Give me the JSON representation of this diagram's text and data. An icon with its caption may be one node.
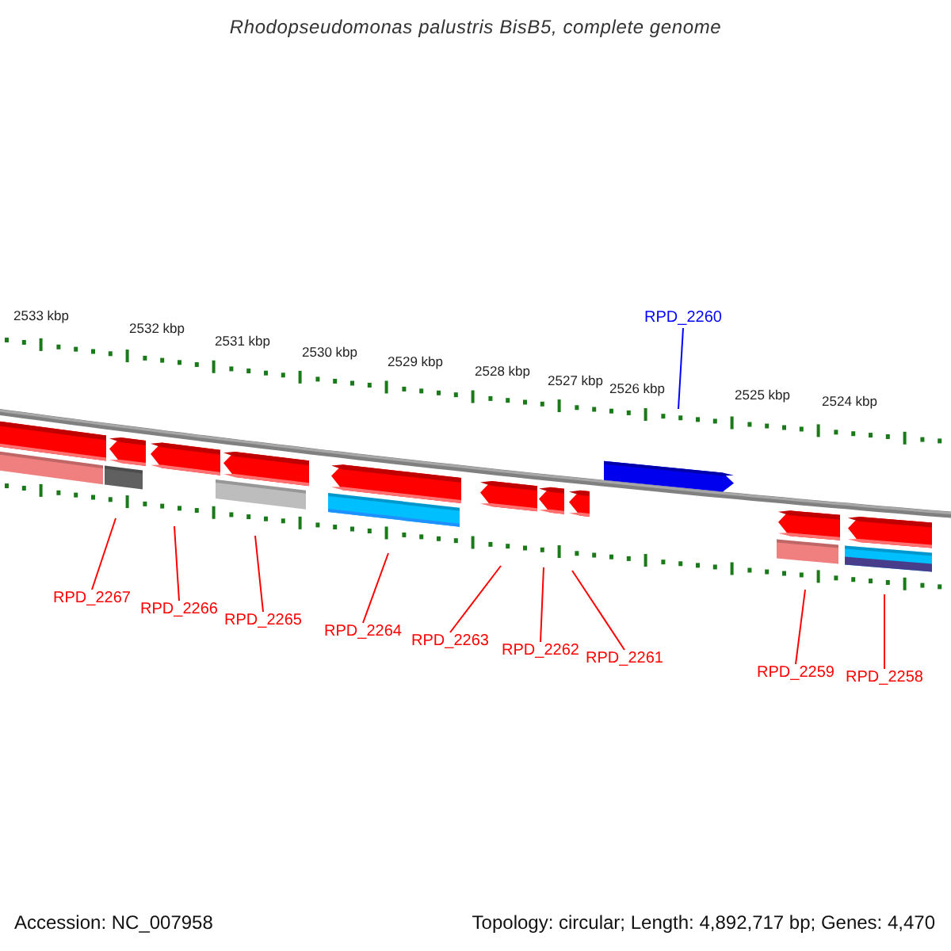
{
  "diagram": {
    "title": "Rhodopseudomonas palustris BisB5, complete genome",
    "nodes": [
      {
        "text": [
          "RPD_2267"
        ]
      },
      {
        "text": [
          "RPD_2266"
        ]
      },
      {
        "text": [
          "RPD_2265"
        ]
      },
      {
        "text": [
          "RPD_2264"
        ]
      },
      {
        "text": [
          "RPD_2263"
        ]
      },
      {
        "text": [
          "RPD_2262"
        ]
      },
      {
        "text": [
          "RPD_2261"
        ]
      },
      {
        "text": [
          "RPD_2260"
        ]
      },
      {
        "text": [
          "RPD_2259"
        ]
      },
      {
        "text": [
          "RPD_2258"
        ]
      }
    ],
    "edges": [
      {
        "from": 0,
        "to": null,
        "arrow": "none"
      },
      {
        "from": 1,
        "to": null,
        "arrow": "none"
      },
      {
        "from": 2,
        "to": null,
        "arrow": "none"
      },
      {
        "from": 3,
        "to": null,
        "arrow": "none"
      },
      {
        "from": 4,
        "to": null,
        "arrow": "none"
      },
      {
        "from": 5,
        "to": null,
        "arrow": "none"
      },
      {
        "from": 6,
        "to": null,
        "arrow": "none"
      },
      {
        "from": 7,
        "to": null,
        "arrow": "none",
        "color": "#0000ff"
      },
      {
        "from": 8,
        "to": null,
        "arrow": "none"
      },
      {
        "from": 9,
        "to": null,
        "arrow": "none"
      }
    ],
    "labels": [
      "2533 kbp",
      "2532 kbp",
      "2531 kbp",
      "2530 kbp",
      "2529 kbp",
      "2528 kbp",
      "2527 kbp",
      "2526 kbp",
      "2525 kbp",
      "2524 kbp",
      "Accession: NC_007958",
      "Topology: circular; Length: 4,892,717 bp; Genes: 4,470"
    ]
  }
}
